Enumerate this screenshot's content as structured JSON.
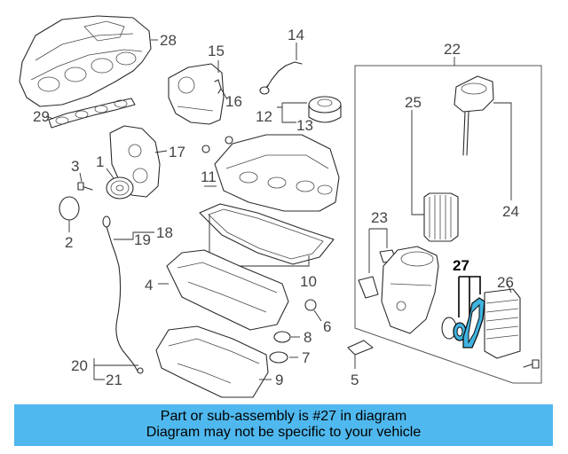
{
  "diagram": {
    "callouts": {
      "c1": "1",
      "c2": "2",
      "c3": "3",
      "c4": "4",
      "c5": "5",
      "c6": "6",
      "c7": "7",
      "c8": "8",
      "c9": "9",
      "c10": "10",
      "c11": "11",
      "c12": "12",
      "c13": "13",
      "c14": "14",
      "c15": "15",
      "c16": "16",
      "c17": "17",
      "c18": "18",
      "c19": "19",
      "c20": "20",
      "c21": "21",
      "c22": "22",
      "c23": "23",
      "c24": "24",
      "c25": "25",
      "c26": "26",
      "c27": "27",
      "c28": "28",
      "c29": "29"
    },
    "highlighted_part": "27",
    "highlight_color": "#3fb3e0"
  },
  "banner": {
    "line1": "Part or sub-assembly is #27 in diagram",
    "line2": "Diagram may not be specific to your vehicle",
    "background": "#4fb8ee"
  }
}
